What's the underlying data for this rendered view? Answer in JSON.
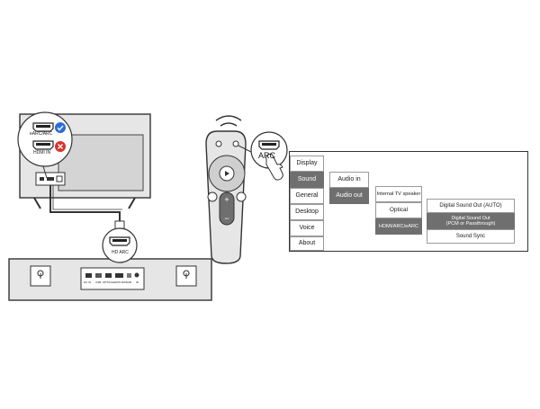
{
  "tv": {
    "port_good_label": "eARC/ARC",
    "port_bad_label": "HDMI IN"
  },
  "soundbar": {
    "port_callout_label": "HD ARC",
    "rear_port_labels": [
      "DC IN",
      "USB",
      "OPTICAL",
      "HDMI ARC",
      "SUB",
      "IR"
    ]
  },
  "remote": {
    "arc_callout_label": "ARC"
  },
  "settings_menu": {
    "categories": [
      "Display",
      "Sound",
      "General",
      "Desktop",
      "Voice",
      "About"
    ],
    "selected_category": "Sound",
    "sound_items": [
      "Audio in",
      "Audio out"
    ],
    "selected_sound_item": "Audio out",
    "audio_out_items": [
      "Internal TV speaker",
      "Optical",
      "HDMI/ARC/eARC"
    ],
    "selected_audio_out": "HDMI/ARC/eARC",
    "arc_items": [
      "Digital Sound Out  (AUTO)",
      "Digital Sound Out\n(PCM or Passthrough)",
      "Sound Sync"
    ],
    "selected_arc_item": "Digital Sound Out\n(PCM or Passthrough)"
  },
  "colors": {
    "line": "#333333",
    "fill_device": "#e6e6e6",
    "fill_panel": "#d4d4d4",
    "selected": "#6f6f6f",
    "check_blue": "#2a6fd6",
    "cross_red": "#d93030"
  }
}
